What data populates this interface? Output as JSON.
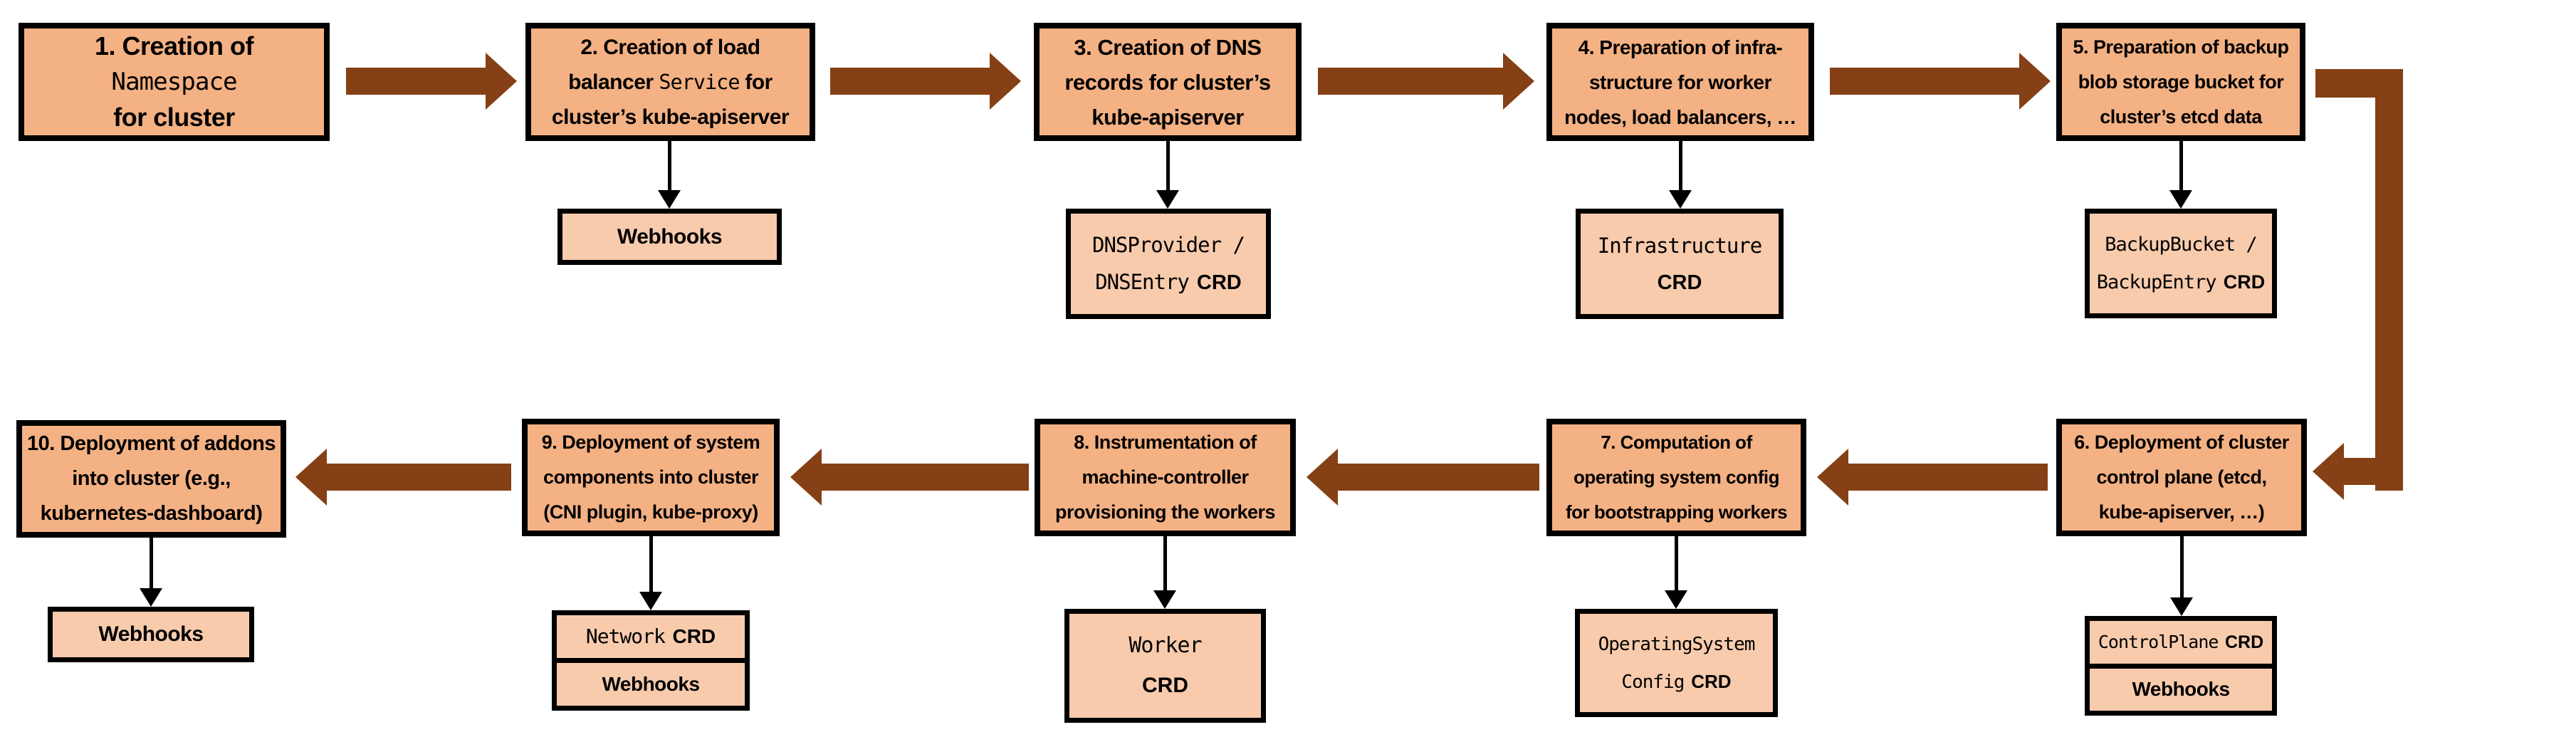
{
  "colors": {
    "main_box_fill": "#F4B183",
    "artifact_box_fill": "#F8CBAD",
    "arrow_brown": "#854015",
    "border_black": "#000000",
    "background": "#FFFFFF"
  },
  "steps": [
    {
      "l1": "1. Creation of",
      "l2_mono": "Namespace",
      "l3": "for cluster"
    },
    {
      "l1": "2. Creation of load",
      "l2_pre": "balancer ",
      "l2_mono": "Service",
      "l2_post": " for",
      "l3": "cluster’s kube-apiserver",
      "artifact": {
        "label": "Webhooks"
      }
    },
    {
      "l1": "3. Creation of DNS",
      "l2": "records for cluster’s",
      "l3": "kube-apiserver",
      "artifact": {
        "mono_line1": "DNSProvider /",
        "mono_line2": "DNSEntry",
        "crd_suffix": "CRD"
      }
    },
    {
      "l1": "4. Preparation of infra-",
      "l2": "structure for worker",
      "l3": "nodes, load balancers, …",
      "artifact": {
        "mono_line1": "Infrastructure",
        "crd_line2": "CRD"
      }
    },
    {
      "l1": "5. Preparation of backup",
      "l2": "blob storage bucket for",
      "l3": "cluster’s etcd data",
      "artifact": {
        "mono_line1": "BackupBucket /",
        "mono_line2": "BackupEntry",
        "crd_suffix": "CRD"
      }
    },
    {
      "l1": "6. Deployment of cluster",
      "l2": "control plane (etcd,",
      "l3": "kube-apiserver, …)",
      "artifact": {
        "cell1_mono": "ControlPlane",
        "cell1_crd": "CRD",
        "cell2": "Webhooks"
      }
    },
    {
      "l1": "7. Computation of",
      "l2": "operating system config",
      "l3": "for bootstrapping workers",
      "artifact": {
        "mono_line1": "OperatingSystem",
        "mono_line2": "Config",
        "crd_suffix": "CRD"
      }
    },
    {
      "l1": "8. Instrumentation of",
      "l2": "machine-controller",
      "l3": "provisioning the workers",
      "artifact": {
        "mono_line1": "Worker",
        "crd_line2": "CRD"
      }
    },
    {
      "l1": "9. Deployment of system",
      "l2": "components into cluster",
      "l3": "(CNI plugin, kube-proxy)",
      "artifact": {
        "cell1_mono": "Network",
        "cell1_crd": "CRD",
        "cell2": "Webhooks"
      }
    },
    {
      "l1": "10. Deployment of addons",
      "l2": "into cluster (e.g.,",
      "l3": "kubernetes-dashboard)",
      "artifact": {
        "label": "Webhooks"
      }
    }
  ]
}
